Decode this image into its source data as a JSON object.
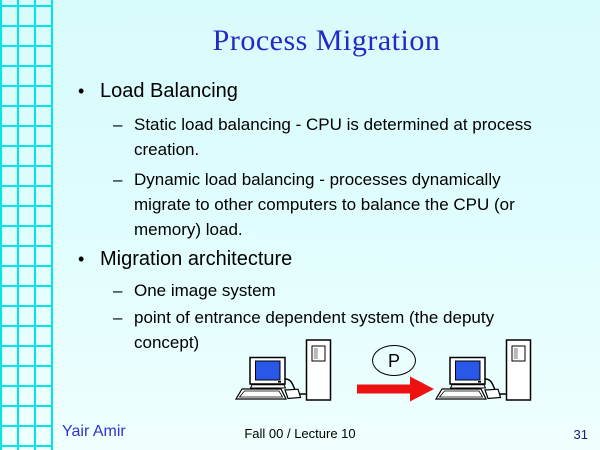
{
  "slide": {
    "title": "Process Migration",
    "bullet_char": "•",
    "sub_bullet_char": "–",
    "bullets": [
      {
        "label": "Load Balancing",
        "subs": [
          "Static load balancing - CPU is determined at process creation.",
          "Dynamic load balancing - processes dynamically migrate to other computers to balance the CPU (or memory) load."
        ]
      },
      {
        "label": "Migration architecture",
        "subs": [
          "One image system",
          "point of entrance dependent system (the deputy concept)"
        ]
      }
    ],
    "diagram": {
      "process_label": "P",
      "description_icons": [
        "computer-icon",
        "arrow-right-icon",
        "computer-icon"
      ]
    },
    "footer": {
      "author": "Yair Amir",
      "center": "Fall 00 / Lecture 10",
      "page_number": "31"
    },
    "colors": {
      "title_blue": "#2727c8",
      "footer_blue": "#3333cc",
      "page_number_blue": "#1c1c70",
      "grid_cyan": "#00e6e6",
      "screen_blue": "#2957e8",
      "arrow_red": "#ee1111",
      "background_top": "#d8fbfc",
      "background_bottom": "#effffe"
    }
  }
}
